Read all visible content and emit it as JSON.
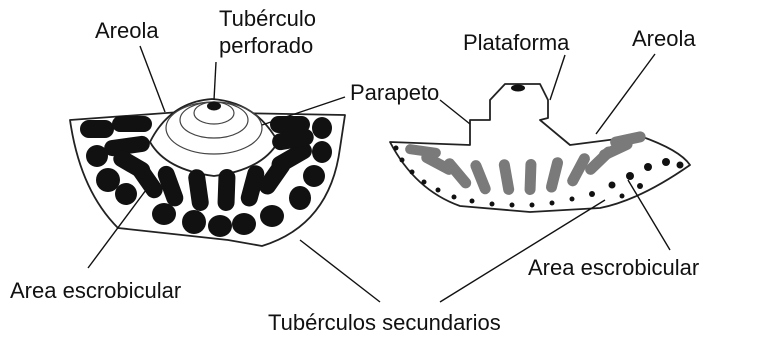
{
  "labels": {
    "left_areola": "Areola",
    "left_tubercle_line1": "Tubérculo",
    "left_tubercle_line2": "perforado",
    "parapet": "Parapeto",
    "platform": "Plataforma",
    "right_areola": "Areola",
    "left_scrobicular": "Area escrobicular",
    "right_scrobicular": "Area escrobicular",
    "secondary_tubercles": "Tubérculos secundarios"
  },
  "colors": {
    "ink": "#111111",
    "grey_fill": "#7a7a7a",
    "background": "#ffffff"
  }
}
